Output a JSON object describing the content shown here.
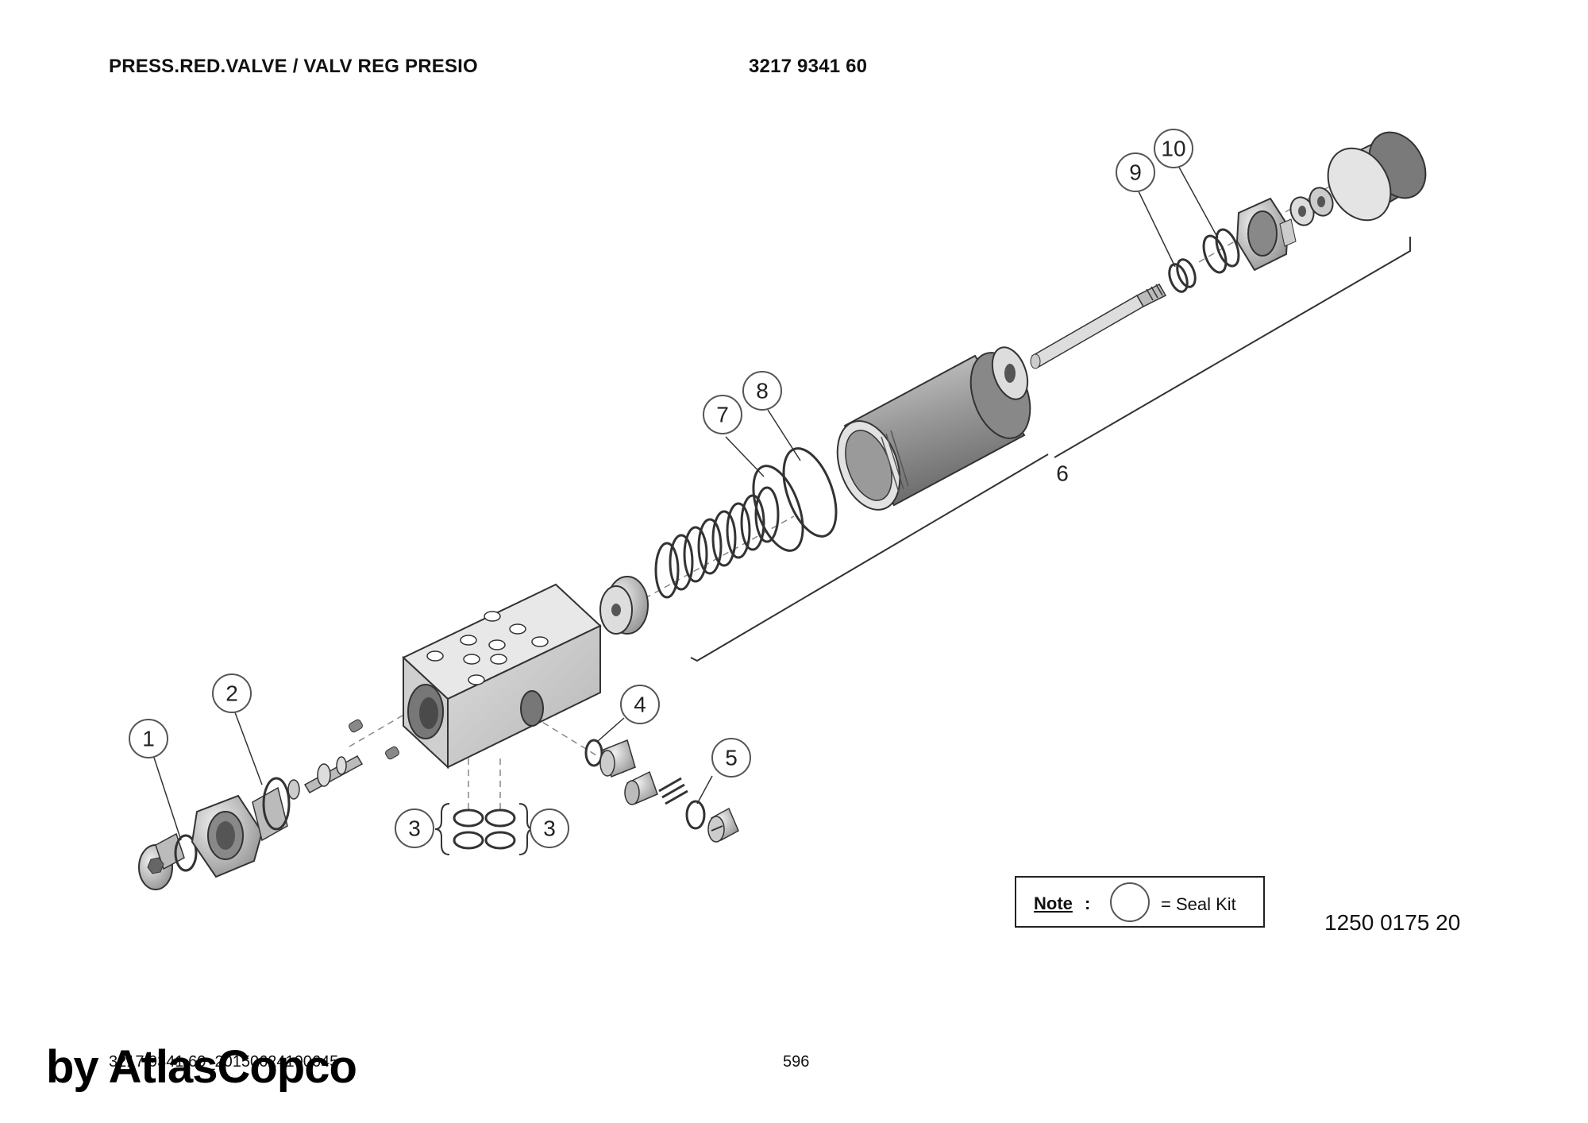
{
  "header": {
    "title": "PRESS.RED.VALVE / VALV REG PRESIO",
    "part_number": "3217 9341 60"
  },
  "callouts": {
    "c1": "1",
    "c2": "2",
    "c3a": "3",
    "c3b": "3",
    "c4": "4",
    "c5": "5",
    "c6": "6",
    "c7": "7",
    "c8": "8",
    "c9": "9",
    "c10": "10"
  },
  "note": {
    "label": "Note",
    "colon": ":",
    "text": "= Seal Kit"
  },
  "drawing_number": "1250 0175 20",
  "footer": {
    "code": "3217 9341 60_20150624100645",
    "page": "596"
  },
  "watermark": "by AtlasCopco"
}
